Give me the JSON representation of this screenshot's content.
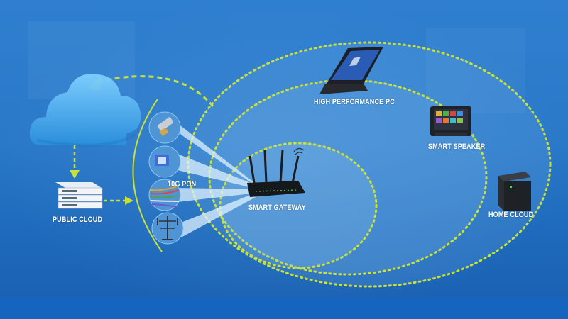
{
  "labels": {
    "public_cloud": "PUBLIC CLOUD",
    "pon": "10G PON",
    "smart_gateway": "SMART  GATEWAY",
    "high_performance_pc": "HIGH PERFORMANCE PC",
    "smart_speaker": "SMART SPEAKER",
    "home_cloud": "HOME CLOUD"
  },
  "colors": {
    "background": "#2a78c8",
    "dotted_ring": "#c8e03a",
    "cloud": "#3aa6ea",
    "bottom_bar": "#1564c0",
    "text": "#ffffff"
  },
  "icons": [
    "cloud-icon",
    "server-icon",
    "connector-icon",
    "ethernet-plug-icon",
    "fiber-cable-icon",
    "antenna-tower-icon",
    "router-icon",
    "laptop-icon",
    "smart-speaker-icon",
    "nas-icon"
  ]
}
